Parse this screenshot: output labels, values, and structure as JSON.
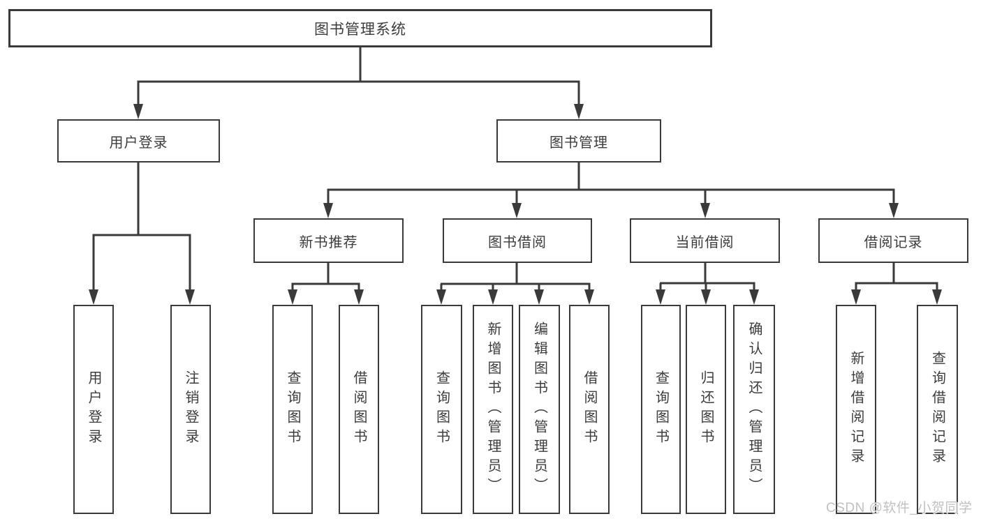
{
  "diagram": {
    "root": {
      "label": "图书管理系统"
    },
    "level2": [
      {
        "id": "user-login",
        "label": "用户登录"
      },
      {
        "id": "book-management",
        "label": "图书管理"
      }
    ],
    "level3": [
      {
        "id": "new-book-recommend",
        "label": "新书推荐",
        "parent": "图书管理"
      },
      {
        "id": "book-borrow",
        "label": "图书借阅",
        "parent": "图书管理"
      },
      {
        "id": "current-borrow",
        "label": "当前借阅",
        "parent": "图书管理"
      },
      {
        "id": "borrow-records",
        "label": "借阅记录",
        "parent": "图书管理"
      }
    ],
    "leaves": [
      {
        "label": "用户登录",
        "parent": "用户登录"
      },
      {
        "label": "注销登录",
        "parent": "用户登录"
      },
      {
        "label": "查询图书",
        "parent": "新书推荐"
      },
      {
        "label": "借阅图书",
        "parent": "新书推荐"
      },
      {
        "label": "查询图书",
        "parent": "图书借阅"
      },
      {
        "label": "新增图书（管理员）",
        "parent": "图书借阅"
      },
      {
        "label": "编辑图书（管理员）",
        "parent": "图书借阅"
      },
      {
        "label": "借阅图书",
        "parent": "图书借阅"
      },
      {
        "label": "查询图书",
        "parent": "当前借阅"
      },
      {
        "label": "归还图书",
        "parent": "当前借阅"
      },
      {
        "label": "确认归还（管理员）",
        "parent": "当前借阅"
      },
      {
        "label": "新增借阅记录",
        "parent": "借阅记录"
      },
      {
        "label": "查询借阅记录",
        "parent": "借阅记录"
      }
    ]
  },
  "watermark": {
    "text": "CSDN @软件_小贺同学"
  },
  "colors": {
    "line": "#3a3a3a",
    "box_border": "#3a3a3a",
    "text": "#3c3c3c",
    "background": "#ffffff",
    "watermark": "#c0c0c0"
  }
}
